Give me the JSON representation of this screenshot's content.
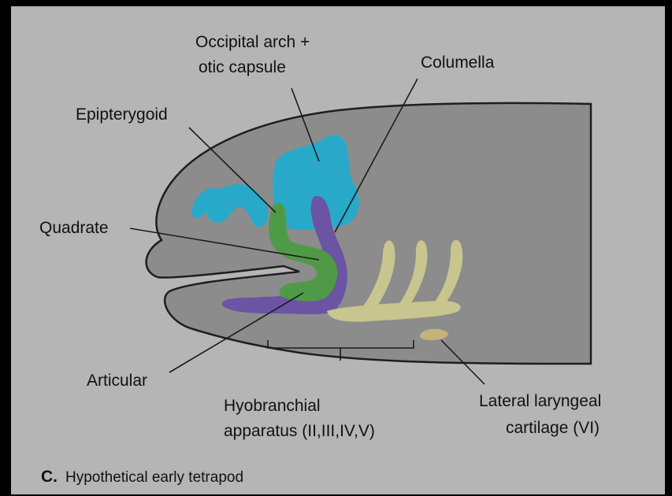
{
  "labels": {
    "occipital_line1": "Occipital arch +",
    "occipital_line2": "otic capsule",
    "columella": "Columella",
    "epipterygoid": "Epipterygoid",
    "quadrate": "Quadrate",
    "articular": "Articular",
    "hyobranchial_line1": "Hyobranchial",
    "hyobranchial_line2": "apparatus (II,III,IV,V)",
    "laryngeal_line1": "Lateral laryngeal",
    "laryngeal_line2": "cartilage (VI)"
  },
  "caption": {
    "letter": "C.",
    "text": "Hypothetical early tetrapod"
  },
  "colors": {
    "background_page": "#b5b5b5",
    "skull": "#8c8c8c",
    "skull_outline": "#1e1e1e",
    "otic_cyan": "#29a9c9",
    "green_cartilage": "#4f9a47",
    "purple_cartilage": "#6a54a3",
    "hyobranchial_tan": "#c9c58f",
    "laryngeal_tan": "#c4b27a"
  },
  "icons": [
    "skull-outline",
    "otic-capsule-shape",
    "hyobranchial-arch-shapes"
  ]
}
